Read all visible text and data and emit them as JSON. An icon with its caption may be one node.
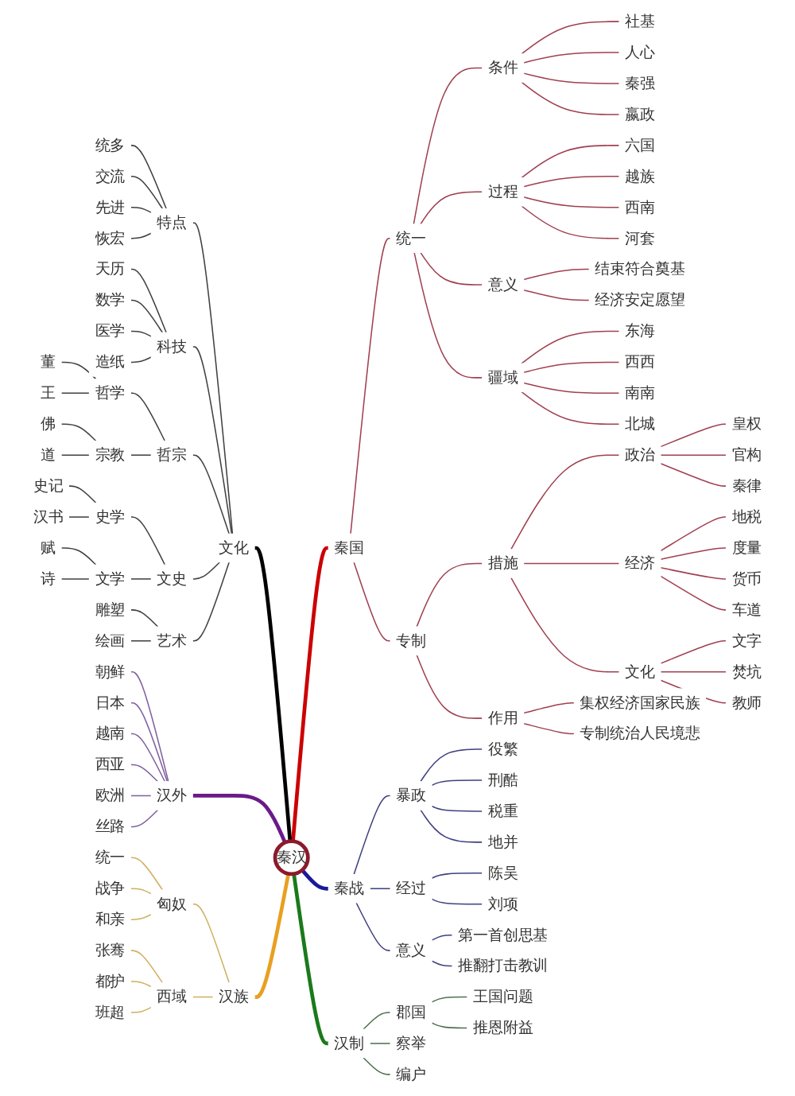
{
  "diagram": {
    "nodes": [
      {
        "text": [
          "秦汉"
        ]
      },
      {
        "text": [
          "秦国"
        ]
      },
      {
        "text": [
          "统一"
        ]
      },
      {
        "text": [
          "条件"
        ]
      },
      {
        "text": [
          "社基"
        ]
      },
      {
        "text": [
          "人心"
        ]
      },
      {
        "text": [
          "秦强"
        ]
      },
      {
        "text": [
          "嬴政"
        ]
      },
      {
        "text": [
          "过程"
        ]
      },
      {
        "text": [
          "六国"
        ]
      },
      {
        "text": [
          "越族"
        ]
      },
      {
        "text": [
          "西南"
        ]
      },
      {
        "text": [
          "河套"
        ]
      },
      {
        "text": [
          "意义"
        ]
      },
      {
        "text": [
          "结束符合奠基"
        ]
      },
      {
        "text": [
          "经济安定愿望"
        ]
      },
      {
        "text": [
          "疆域"
        ]
      },
      {
        "text": [
          "东海"
        ]
      },
      {
        "text": [
          "西西"
        ]
      },
      {
        "text": [
          "南南"
        ]
      },
      {
        "text": [
          "北城"
        ]
      },
      {
        "text": [
          "专制"
        ]
      },
      {
        "text": [
          "措施"
        ]
      },
      {
        "text": [
          "政治"
        ]
      },
      {
        "text": [
          "皇权"
        ]
      },
      {
        "text": [
          "官构"
        ]
      },
      {
        "text": [
          "秦律"
        ]
      },
      {
        "text": [
          "经济"
        ]
      },
      {
        "text": [
          "地税"
        ]
      },
      {
        "text": [
          "度量"
        ]
      },
      {
        "text": [
          "货币"
        ]
      },
      {
        "text": [
          "车道"
        ]
      },
      {
        "text": [
          "文化"
        ]
      },
      {
        "text": [
          "文字"
        ]
      },
      {
        "text": [
          "焚坑"
        ]
      },
      {
        "text": [
          "教师"
        ]
      },
      {
        "text": [
          "作用"
        ]
      },
      {
        "text": [
          "集权经济国家民族"
        ]
      },
      {
        "text": [
          "专制统治人民境悲"
        ]
      },
      {
        "text": [
          "秦战"
        ]
      },
      {
        "text": [
          "暴政"
        ]
      },
      {
        "text": [
          "役繁"
        ]
      },
      {
        "text": [
          "刑酷"
        ]
      },
      {
        "text": [
          "税重"
        ]
      },
      {
        "text": [
          "地并"
        ]
      },
      {
        "text": [
          "经过"
        ]
      },
      {
        "text": [
          "陈吴"
        ]
      },
      {
        "text": [
          "刘项"
        ]
      },
      {
        "text": [
          "意义"
        ]
      },
      {
        "text": [
          "第一首创思基"
        ]
      },
      {
        "text": [
          "推翻打击教训"
        ]
      },
      {
        "text": [
          "汉制"
        ]
      },
      {
        "text": [
          "郡国"
        ]
      },
      {
        "text": [
          "王国问题"
        ]
      },
      {
        "text": [
          "推恩附益"
        ]
      },
      {
        "text": [
          "察举"
        ]
      },
      {
        "text": [
          "编户"
        ]
      },
      {
        "text": [
          "文化"
        ]
      },
      {
        "text": [
          "特点"
        ]
      },
      {
        "text": [
          "统多"
        ]
      },
      {
        "text": [
          "交流"
        ]
      },
      {
        "text": [
          "先进"
        ]
      },
      {
        "text": [
          "恢宏"
        ]
      },
      {
        "text": [
          "科技"
        ]
      },
      {
        "text": [
          "天历"
        ]
      },
      {
        "text": [
          "数学"
        ]
      },
      {
        "text": [
          "医学"
        ]
      },
      {
        "text": [
          "造纸"
        ]
      },
      {
        "text": [
          "哲宗"
        ]
      },
      {
        "text": [
          "哲学"
        ]
      },
      {
        "text": [
          "董"
        ]
      },
      {
        "text": [
          "王"
        ]
      },
      {
        "text": [
          "宗教"
        ]
      },
      {
        "text": [
          "佛"
        ]
      },
      {
        "text": [
          "道"
        ]
      },
      {
        "text": [
          "文史"
        ]
      },
      {
        "text": [
          "史学"
        ]
      },
      {
        "text": [
          "史记"
        ]
      },
      {
        "text": [
          "汉书"
        ]
      },
      {
        "text": [
          "文学"
        ]
      },
      {
        "text": [
          "赋"
        ]
      },
      {
        "text": [
          "诗"
        ]
      },
      {
        "text": [
          "艺术"
        ]
      },
      {
        "text": [
          "雕塑"
        ]
      },
      {
        "text": [
          "绘画"
        ]
      },
      {
        "text": [
          "汉外"
        ]
      },
      {
        "text": [
          "朝鲜"
        ]
      },
      {
        "text": [
          "日本"
        ]
      },
      {
        "text": [
          "越南"
        ]
      },
      {
        "text": [
          "西亚"
        ]
      },
      {
        "text": [
          "欧洲"
        ]
      },
      {
        "text": [
          "丝路"
        ]
      },
      {
        "text": [
          "汉族"
        ]
      },
      {
        "text": [
          "匈奴"
        ]
      },
      {
        "text": [
          "统一"
        ]
      },
      {
        "text": [
          "战争"
        ]
      },
      {
        "text": [
          "和亲"
        ]
      },
      {
        "text": [
          "西域"
        ]
      },
      {
        "text": [
          "张骞"
        ]
      },
      {
        "text": [
          "都护"
        ]
      },
      {
        "text": [
          "班超"
        ]
      }
    ],
    "edges": [
      {
        "from": 0,
        "to": 1,
        "arrow": "none",
        "style": "thick",
        "color": "#cc0000"
      },
      {
        "from": 1,
        "to": 2,
        "arrow": "none",
        "color": "#a04050"
      },
      {
        "from": 2,
        "to": 3,
        "arrow": "none",
        "color": "#a04050"
      },
      {
        "from": 3,
        "to": 4,
        "arrow": "none",
        "color": "#a04050"
      },
      {
        "from": 3,
        "to": 5,
        "arrow": "none",
        "color": "#a04050"
      },
      {
        "from": 3,
        "to": 6,
        "arrow": "none",
        "color": "#a04050"
      },
      {
        "from": 3,
        "to": 7,
        "arrow": "none",
        "color": "#a04050"
      },
      {
        "from": 2,
        "to": 8,
        "arrow": "none",
        "color": "#a04050"
      },
      {
        "from": 8,
        "to": 9,
        "arrow": "none",
        "color": "#a04050"
      },
      {
        "from": 8,
        "to": 10,
        "arrow": "none",
        "color": "#a04050"
      },
      {
        "from": 8,
        "to": 11,
        "arrow": "none",
        "color": "#a04050"
      },
      {
        "from": 8,
        "to": 12,
        "arrow": "none",
        "color": "#a04050"
      },
      {
        "from": 2,
        "to": 13,
        "arrow": "none",
        "color": "#a04050"
      },
      {
        "from": 13,
        "to": 14,
        "arrow": "none",
        "color": "#a04050"
      },
      {
        "from": 13,
        "to": 15,
        "arrow": "none",
        "color": "#a04050"
      },
      {
        "from": 2,
        "to": 16,
        "arrow": "none",
        "color": "#a04050"
      },
      {
        "from": 16,
        "to": 17,
        "arrow": "none",
        "color": "#a04050"
      },
      {
        "from": 16,
        "to": 18,
        "arrow": "none",
        "color": "#a04050"
      },
      {
        "from": 16,
        "to": 19,
        "arrow": "none",
        "color": "#a04050"
      },
      {
        "from": 16,
        "to": 20,
        "arrow": "none",
        "color": "#a04050"
      },
      {
        "from": 1,
        "to": 21,
        "arrow": "none",
        "color": "#a04050"
      },
      {
        "from": 21,
        "to": 22,
        "arrow": "none",
        "color": "#a04050"
      },
      {
        "from": 22,
        "to": 23,
        "arrow": "none",
        "color": "#a04050"
      },
      {
        "from": 23,
        "to": 24,
        "arrow": "none",
        "color": "#a04050"
      },
      {
        "from": 23,
        "to": 25,
        "arrow": "none",
        "color": "#a04050"
      },
      {
        "from": 23,
        "to": 26,
        "arrow": "none",
        "color": "#a04050"
      },
      {
        "from": 22,
        "to": 27,
        "arrow": "none",
        "color": "#a04050"
      },
      {
        "from": 27,
        "to": 28,
        "arrow": "none",
        "color": "#a04050"
      },
      {
        "from": 27,
        "to": 29,
        "arrow": "none",
        "color": "#a04050"
      },
      {
        "from": 27,
        "to": 30,
        "arrow": "none",
        "color": "#a04050"
      },
      {
        "from": 27,
        "to": 31,
        "arrow": "none",
        "color": "#a04050"
      },
      {
        "from": 22,
        "to": 32,
        "arrow": "none",
        "color": "#a04050"
      },
      {
        "from": 32,
        "to": 33,
        "arrow": "none",
        "color": "#a04050"
      },
      {
        "from": 32,
        "to": 34,
        "arrow": "none",
        "color": "#a04050"
      },
      {
        "from": 32,
        "to": 35,
        "arrow": "none",
        "color": "#a04050"
      },
      {
        "from": 21,
        "to": 36,
        "arrow": "none",
        "color": "#a04050"
      },
      {
        "from": 36,
        "to": 37,
        "arrow": "none",
        "color": "#a04050"
      },
      {
        "from": 36,
        "to": 38,
        "arrow": "none",
        "color": "#a04050"
      },
      {
        "from": 0,
        "to": 39,
        "arrow": "none",
        "style": "thick",
        "color": "#1a1a99"
      },
      {
        "from": 39,
        "to": 40,
        "arrow": "none",
        "color": "#404080"
      },
      {
        "from": 40,
        "to": 41,
        "arrow": "none",
        "color": "#404080"
      },
      {
        "from": 40,
        "to": 42,
        "arrow": "none",
        "color": "#404080"
      },
      {
        "from": 40,
        "to": 43,
        "arrow": "none",
        "color": "#404080"
      },
      {
        "from": 40,
        "to": 44,
        "arrow": "none",
        "color": "#404080"
      },
      {
        "from": 39,
        "to": 45,
        "arrow": "none",
        "color": "#404080"
      },
      {
        "from": 45,
        "to": 46,
        "arrow": "none",
        "color": "#404080"
      },
      {
        "from": 45,
        "to": 47,
        "arrow": "none",
        "color": "#404080"
      },
      {
        "from": 39,
        "to": 48,
        "arrow": "none",
        "color": "#404080"
      },
      {
        "from": 48,
        "to": 49,
        "arrow": "none",
        "color": "#404080"
      },
      {
        "from": 48,
        "to": 50,
        "arrow": "none",
        "color": "#404080"
      },
      {
        "from": 0,
        "to": 51,
        "arrow": "none",
        "style": "thick",
        "color": "#1a7a1a"
      },
      {
        "from": 51,
        "to": 52,
        "arrow": "none",
        "color": "#507050"
      },
      {
        "from": 52,
        "to": 53,
        "arrow": "none",
        "color": "#507050"
      },
      {
        "from": 52,
        "to": 54,
        "arrow": "none",
        "color": "#507050"
      },
      {
        "from": 51,
        "to": 55,
        "arrow": "none",
        "color": "#507050"
      },
      {
        "from": 51,
        "to": 56,
        "arrow": "none",
        "color": "#507050"
      },
      {
        "from": 0,
        "to": 57,
        "arrow": "none",
        "style": "thick",
        "color": "#000000"
      },
      {
        "from": 57,
        "to": 58,
        "arrow": "none",
        "color": "#404040"
      },
      {
        "from": 58,
        "to": 59,
        "arrow": "none",
        "color": "#404040"
      },
      {
        "from": 58,
        "to": 60,
        "arrow": "none",
        "color": "#404040"
      },
      {
        "from": 58,
        "to": 61,
        "arrow": "none",
        "color": "#404040"
      },
      {
        "from": 58,
        "to": 62,
        "arrow": "none",
        "color": "#404040"
      },
      {
        "from": 57,
        "to": 63,
        "arrow": "none",
        "color": "#404040"
      },
      {
        "from": 63,
        "to": 64,
        "arrow": "none",
        "color": "#404040"
      },
      {
        "from": 63,
        "to": 65,
        "arrow": "none",
        "color": "#404040"
      },
      {
        "from": 63,
        "to": 66,
        "arrow": "none",
        "color": "#404040"
      },
      {
        "from": 63,
        "to": 67,
        "arrow": "none",
        "color": "#404040"
      },
      {
        "from": 57,
        "to": 68,
        "arrow": "none",
        "color": "#404040"
      },
      {
        "from": 68,
        "to": 69,
        "arrow": "none",
        "color": "#404040"
      },
      {
        "from": 69,
        "to": 70,
        "arrow": "none",
        "color": "#404040"
      },
      {
        "from": 69,
        "to": 71,
        "arrow": "none",
        "color": "#404040"
      },
      {
        "from": 68,
        "to": 72,
        "arrow": "none",
        "color": "#404040"
      },
      {
        "from": 72,
        "to": 73,
        "arrow": "none",
        "color": "#404040"
      },
      {
        "from": 72,
        "to": 74,
        "arrow": "none",
        "color": "#404040"
      },
      {
        "from": 57,
        "to": 75,
        "arrow": "none",
        "color": "#404040"
      },
      {
        "from": 75,
        "to": 76,
        "arrow": "none",
        "color": "#404040"
      },
      {
        "from": 76,
        "to": 77,
        "arrow": "none",
        "color": "#404040"
      },
      {
        "from": 76,
        "to": 78,
        "arrow": "none",
        "color": "#404040"
      },
      {
        "from": 75,
        "to": 79,
        "arrow": "none",
        "color": "#404040"
      },
      {
        "from": 79,
        "to": 80,
        "arrow": "none",
        "color": "#404040"
      },
      {
        "from": 79,
        "to": 81,
        "arrow": "none",
        "color": "#404040"
      },
      {
        "from": 57,
        "to": 82,
        "arrow": "none",
        "color": "#404040"
      },
      {
        "from": 82,
        "to": 83,
        "arrow": "none",
        "color": "#404040"
      },
      {
        "from": 82,
        "to": 84,
        "arrow": "none",
        "color": "#404040"
      },
      {
        "from": 0,
        "to": 85,
        "arrow": "none",
        "style": "thick",
        "color": "#6a1a8a"
      },
      {
        "from": 85,
        "to": 86,
        "arrow": "none",
        "color": "#8060a0"
      },
      {
        "from": 85,
        "to": 87,
        "arrow": "none",
        "color": "#8060a0"
      },
      {
        "from": 85,
        "to": 88,
        "arrow": "none",
        "color": "#8060a0"
      },
      {
        "from": 85,
        "to": 89,
        "arrow": "none",
        "color": "#8060a0"
      },
      {
        "from": 85,
        "to": 90,
        "arrow": "none",
        "color": "#8060a0"
      },
      {
        "from": 85,
        "to": 91,
        "arrow": "none",
        "color": "#8060a0"
      },
      {
        "from": 0,
        "to": 92,
        "arrow": "none",
        "style": "thick",
        "color": "#e8a020"
      },
      {
        "from": 92,
        "to": 93,
        "arrow": "none",
        "color": "#d0b060"
      },
      {
        "from": 93,
        "to": 94,
        "arrow": "none",
        "color": "#d0b060"
      },
      {
        "from": 93,
        "to": 95,
        "arrow": "none",
        "color": "#d0b060"
      },
      {
        "from": 93,
        "to": 96,
        "arrow": "none",
        "color": "#d0b060"
      },
      {
        "from": 92,
        "to": 97,
        "arrow": "none",
        "color": "#d0b060"
      },
      {
        "from": 97,
        "to": 98,
        "arrow": "none",
        "color": "#d0b060"
      },
      {
        "from": 97,
        "to": 99,
        "arrow": "none",
        "color": "#d0b060"
      },
      {
        "from": 97,
        "to": 100,
        "arrow": "none",
        "color": "#d0b060"
      }
    ]
  }
}
